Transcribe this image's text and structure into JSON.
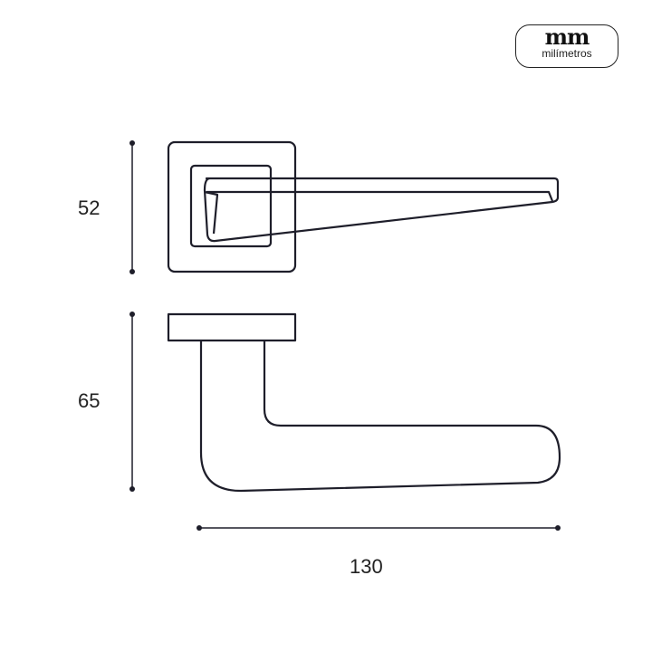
{
  "logo": {
    "mark": "mm",
    "name": "milímetros"
  },
  "dimensions": {
    "rose_height": "52",
    "handle_height": "65",
    "handle_length": "130"
  },
  "units": "mm"
}
